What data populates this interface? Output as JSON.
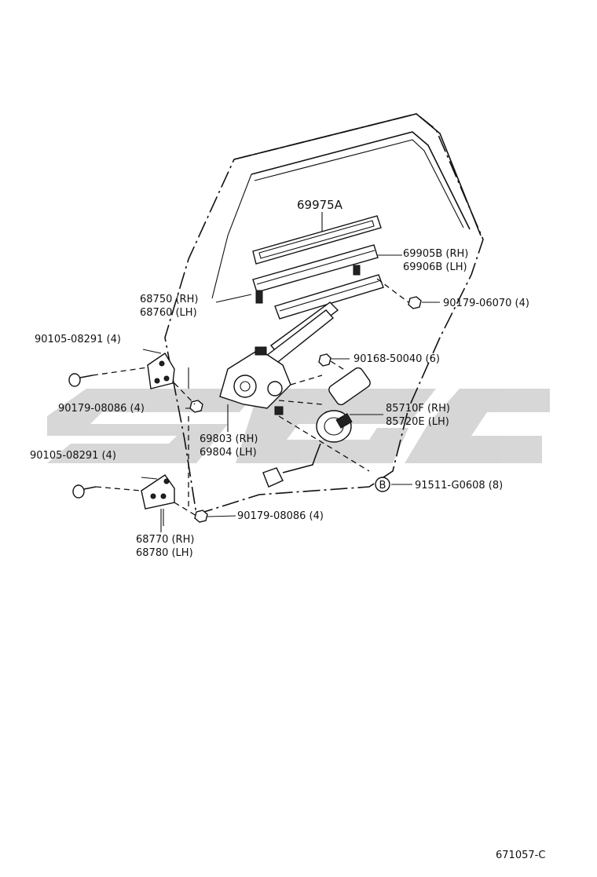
{
  "diagram_code": "671057-C",
  "watermark": {
    "color": "#d0d0d0"
  },
  "callout_b": "B",
  "labels": {
    "p69975a": "69975A",
    "p69905b": "69905B (RH)",
    "p69906b": "69906B (LH)",
    "p68750": "68750 (RH)",
    "p68760": "68760 (LH)",
    "p90179_06070": "90179-06070 (4)",
    "p90105_top": "90105-08291 (4)",
    "p90168": "90168-50040 (6)",
    "p90179_08086_top": "90179-08086 (4)",
    "p85710f": "85710F (RH)",
    "p85720e": "85720E (LH)",
    "p69803": "69803 (RH)",
    "p69804": "69804 (LH)",
    "p90105_bot": "90105-08291 (4)",
    "p91511": "91511-G0608 (8)",
    "p90179_08086_bot": "90179-08086 (4)",
    "p68770": "68770 (RH)",
    "p68780": "68780 (LH)"
  }
}
